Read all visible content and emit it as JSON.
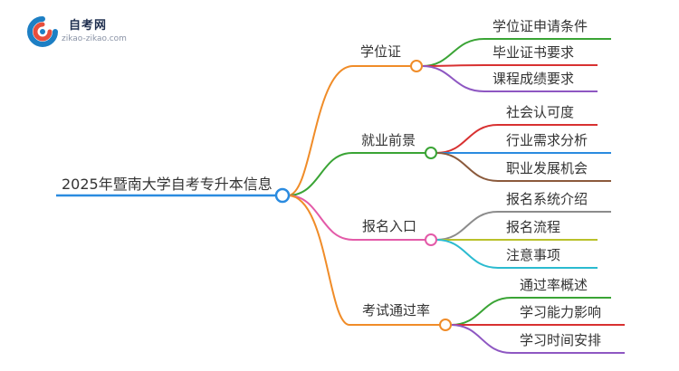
{
  "brand": {
    "name": "自考网",
    "domain": "zikao-zikao.com",
    "colors": {
      "logo_red": "#e84e3c",
      "logo_blue": "#1d7fc4"
    }
  },
  "mindmap": {
    "root": {
      "label": "2025年暨南大学自考专升本信息",
      "color": "#2a8be0"
    },
    "branches": [
      {
        "label": "学位证",
        "color": "#f08c28",
        "children": [
          {
            "label": "学位证申请条件",
            "color": "#3aa435"
          },
          {
            "label": "毕业证书要求",
            "color": "#d83131"
          },
          {
            "label": "课程成绩要求",
            "color": "#8e57c2"
          }
        ]
      },
      {
        "label": "就业前景",
        "color": "#3aa435",
        "children": [
          {
            "label": "社会认可度",
            "color": "#d83131"
          },
          {
            "label": "行业需求分析",
            "color": "#2a8be0"
          },
          {
            "label": "职业发展机会",
            "color": "#8b5a3c"
          }
        ]
      },
      {
        "label": "报名入口",
        "color": "#e35aa8",
        "children": [
          {
            "label": "报名系统介绍",
            "color": "#8c8c8c"
          },
          {
            "label": "报名流程",
            "color": "#b9c12a"
          },
          {
            "label": "注意事项",
            "color": "#2bbbd0"
          }
        ]
      },
      {
        "label": "考试通过率",
        "color": "#f08c28",
        "children": [
          {
            "label": "通过率概述",
            "color": "#3aa435"
          },
          {
            "label": "学习能力影响",
            "color": "#d83131"
          },
          {
            "label": "学习时间安排",
            "color": "#8e57c2"
          }
        ]
      }
    ]
  }
}
